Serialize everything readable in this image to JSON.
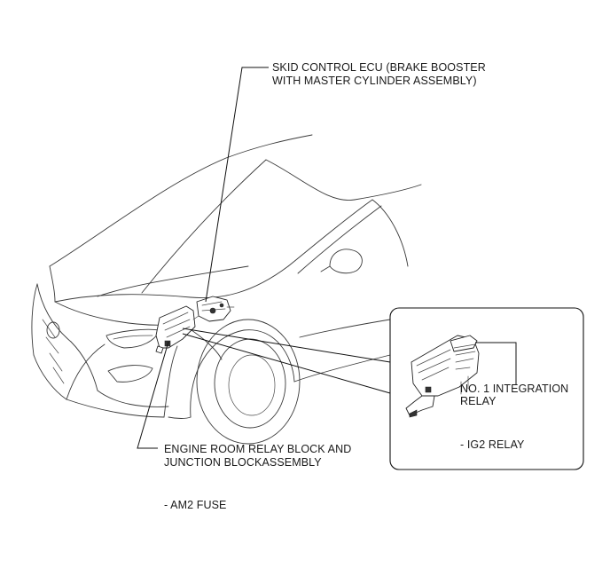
{
  "labels": {
    "skid_control_ecu": {
      "line1": "SKID CONTROL ECU (BRAKE BOOSTER",
      "line2": "WITH MASTER CYLINDER ASSEMBLY)"
    },
    "engine_room_relay_block": {
      "line1": "ENGINE ROOM RELAY BLOCK AND",
      "line2": "JUNCTION  BLOCKASSEMBLY"
    },
    "am2_fuse": "- AM2 FUSE",
    "no1_integration_relay": {
      "line1": "NO. 1 INTEGRATION",
      "line2": "RELAY"
    },
    "ig2_relay": "- IG2 RELAY"
  },
  "colors": {
    "line": "#3a3a3a",
    "text": "#1a1a1a",
    "background": "#ffffff"
  }
}
